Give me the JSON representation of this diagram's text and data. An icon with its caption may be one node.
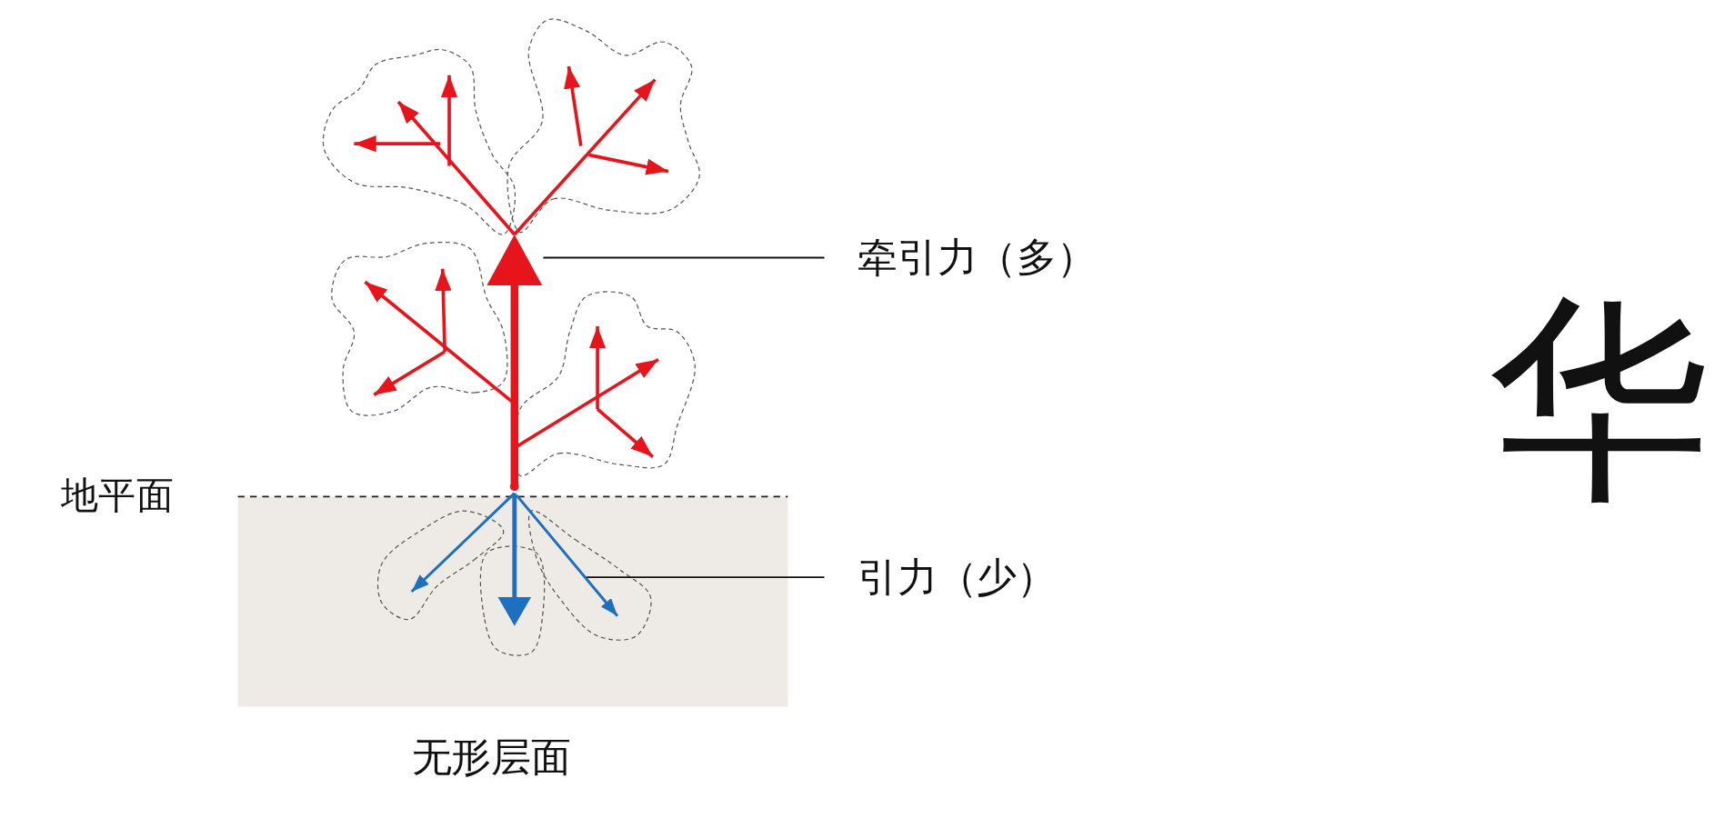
{
  "diagram": {
    "nodes": [
      {
        "text": [
          "牵引力（多）"
        ]
      },
      {
        "text": [],
        "shape": "picture"
      },
      {
        "text": [
          "引力（少）"
        ]
      },
      {
        "text": [],
        "shape": "picture"
      }
    ],
    "edges": [
      {
        "from": 0,
        "to": 1,
        "arrow": "none"
      },
      {
        "from": 2,
        "to": 3,
        "arrow": "none"
      }
    ],
    "labels": [
      "地平面",
      "无形层面",
      "华"
    ]
  }
}
